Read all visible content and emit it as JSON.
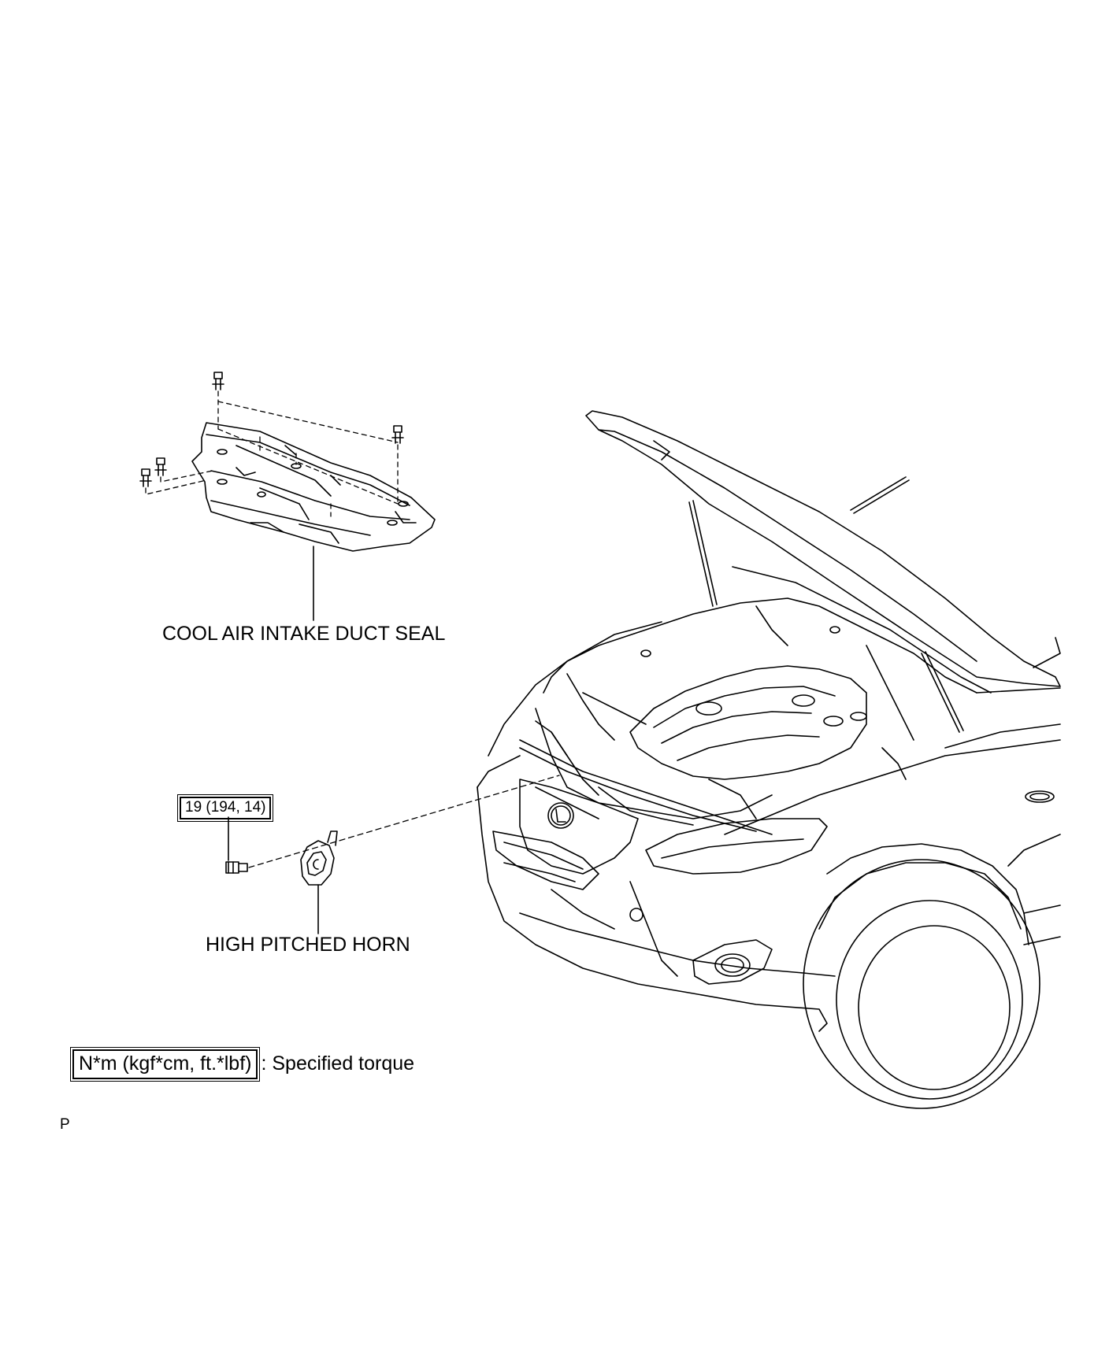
{
  "labels": {
    "duct_seal": "COOL AIR INTAKE DUCT SEAL",
    "horn": "HIGH PITCHED HORN"
  },
  "torque": {
    "bolt": "19 (194, 14)"
  },
  "legend": {
    "unit_box": "N*m (kgf*cm, ft.*lbf)",
    "description": ": Specified torque"
  },
  "page_mark": "P"
}
